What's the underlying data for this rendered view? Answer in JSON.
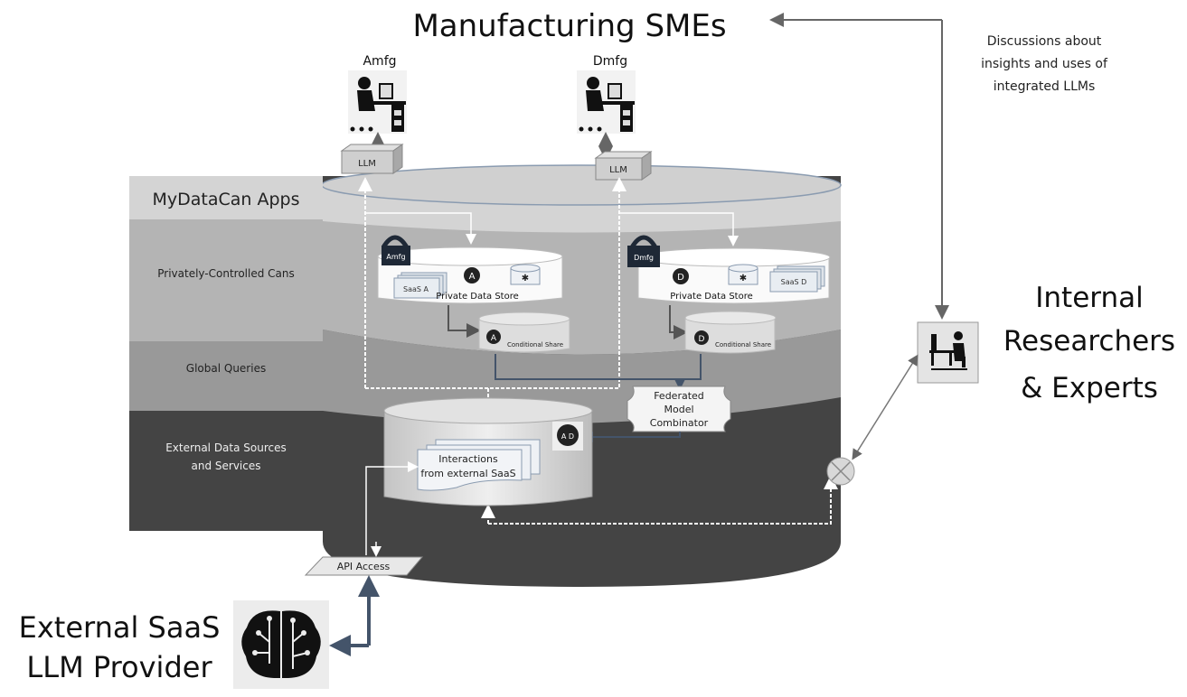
{
  "title": "Manufacturing SMEs",
  "discussion_note": [
    "Discussions about",
    "insights and uses of",
    "integrated LLMs"
  ],
  "internal_researchers": [
    "Internal",
    "Researchers",
    "& Experts"
  ],
  "external_provider": [
    "External SaaS",
    "LLM Provider"
  ],
  "layers": {
    "apps": "MyDataCan Apps",
    "private": "Privately-Controlled Cans",
    "global": "Global Queries",
    "external": [
      "External Data Sources",
      "and Services"
    ]
  },
  "users": {
    "a": {
      "name": "Amfg",
      "llm": "LLM",
      "lock": "Amfg",
      "saas": "SaaS  A",
      "store": "Private Data Store",
      "share": "Conditional Share",
      "brain_letter": "A"
    },
    "d": {
      "name": "Dmfg",
      "llm": "LLM",
      "lock": "Dmfg",
      "saas": "SaaS  D",
      "store": "Private Data Store",
      "share": "Conditional Share",
      "brain_letter": "D"
    }
  },
  "combinator": [
    "Federated",
    "Model",
    "Combinator"
  ],
  "combined_brain_letters": "A D",
  "interactions": [
    "Interactions",
    "from external SaaS"
  ],
  "api_access": "API Access",
  "colors": {
    "layer_apps": "#d4d4d4",
    "layer_private": "#b4b4b4",
    "layer_global": "#999999",
    "layer_external": "#444444",
    "arrow_blue": "#44546a",
    "lock": "#1e2836"
  }
}
